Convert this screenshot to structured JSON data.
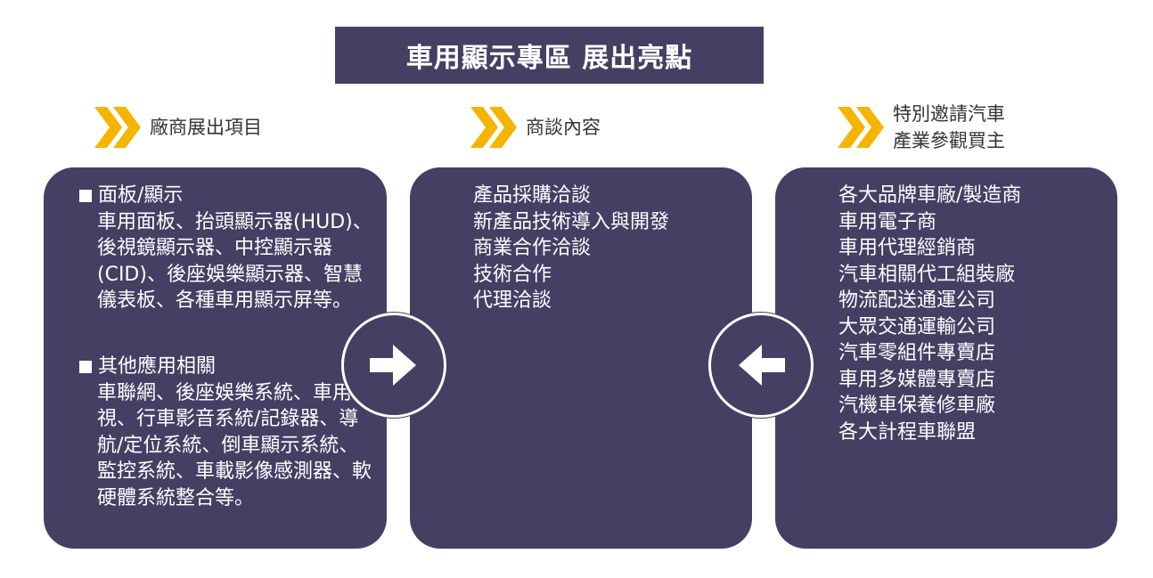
{
  "title": "車用顯示專區 展出亮點",
  "columns": [
    {
      "header": "廠商展出項目"
    },
    {
      "header": "商談內容"
    },
    {
      "header": "特別邀請汽車\n產業參觀買主"
    }
  ],
  "exhibits": {
    "section1": {
      "title": "面板/顯示",
      "desc": "車用面板、抬頭顯示器(HUD)、後視鏡顯示器、中控顯示器(CID)、後座娛樂顯示器、智慧儀表板、各種車用顯示屏等。"
    },
    "section2": {
      "title": "其他應用相關",
      "desc": "車聯網、後座娛樂系統、車用電視、行車影音系統/記錄器、導航/定位系統、倒車顯示系統、監控系統、車載影像感測器、軟硬體系統整合等。"
    }
  },
  "negotiation": [
    "產品採購洽談",
    "新產品技術導入與開發",
    "商業合作洽談",
    "技術合作",
    "代理洽談"
  ],
  "buyers": [
    "各大品牌車廠/製造商",
    "車用電子商",
    "車用代理經銷商",
    "汽車相關代工組裝廠",
    "物流配送通運公司",
    "大眾交通運輸公司",
    "汽車零組件專賣店",
    "車用多媒體專賣店",
    "汽機車保養修車廠",
    "各大計程車聯盟"
  ],
  "colors": {
    "panel": "#434064",
    "chevron": "#F5B400",
    "text_light": "#ffffff"
  },
  "icons": {
    "header": "double-chevron-right-icon",
    "center_left": "arrow-right-icon",
    "center_right": "arrow-left-icon"
  }
}
